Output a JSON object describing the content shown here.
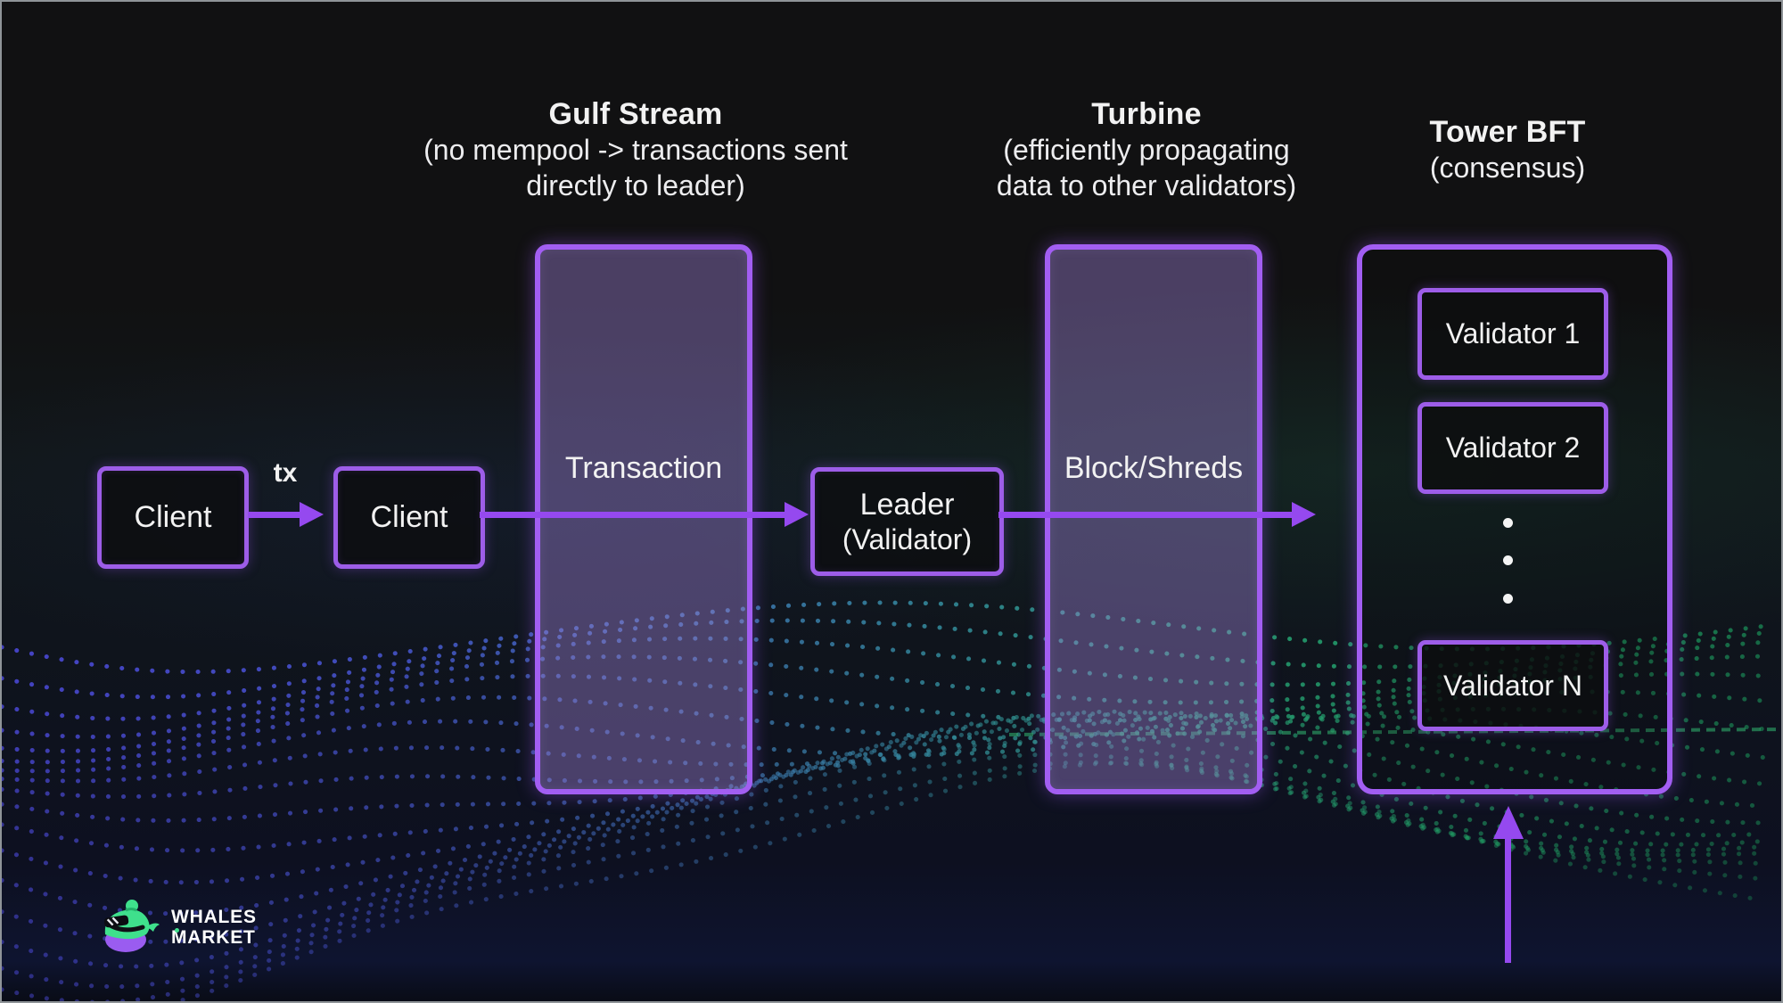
{
  "colors": {
    "background": "#111112",
    "box_border_purple": "#9d5de8",
    "arrow_purple": "#9549ef",
    "tall_box_fill": "rgba(158,128,212,0.42)",
    "text_white": "#f2f2f2",
    "wave_blue": "#4a47d6",
    "wave_teal": "#33879b",
    "wave_green": "#27a077",
    "logo_green": "#3fe08c",
    "logo_purple": "#9a5cf0"
  },
  "headers": {
    "gulf_stream": {
      "title": "Gulf Stream",
      "lines": [
        "(no mempool -> transactions sent",
        "directly to leader)"
      ]
    },
    "turbine": {
      "title": "Turbine",
      "lines": [
        "(efficiently propagating",
        "data to other validators)"
      ]
    },
    "tower_bft": {
      "title": "Tower BFT",
      "lines": [
        "(consensus)"
      ]
    }
  },
  "flow": {
    "client1": "Client",
    "tx": "tx",
    "client2": "Client",
    "transaction": "Transaction",
    "leader": [
      "Leader",
      "(Validator)"
    ],
    "block_shreds": "Block/Shreds"
  },
  "tower": {
    "validators": [
      "Validator 1",
      "Validator 2"
    ],
    "validator_n": "Validator N"
  },
  "logo": {
    "line1": "WHALES",
    "line2": "MARKET"
  }
}
